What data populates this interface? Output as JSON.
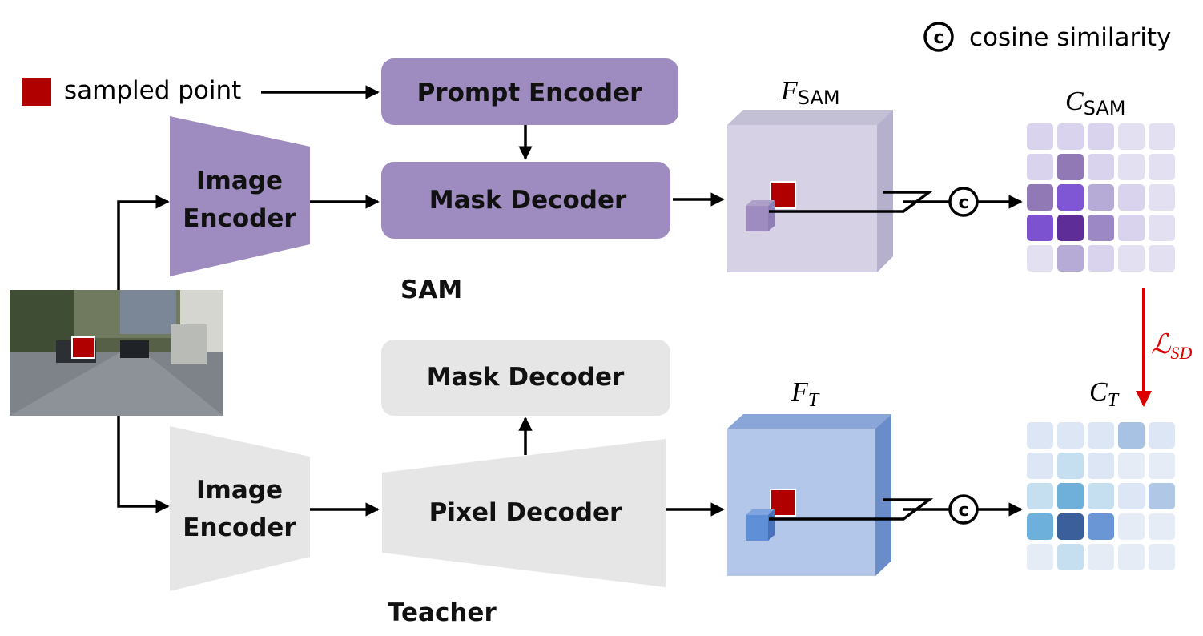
{
  "legend": {
    "sampled_point": "sampled point",
    "cosine_symbol": "c",
    "cosine_similarity": "cosine similarity"
  },
  "sam_branch": {
    "title": "SAM",
    "image_encoder": [
      "Image",
      "Encoder"
    ],
    "prompt_encoder": "Prompt Encoder",
    "mask_decoder": "Mask Decoder",
    "feature_label": "F",
    "feature_sub": "SAM",
    "corr_label": "C",
    "corr_sub": "SAM"
  },
  "teacher_branch": {
    "title": "Teacher",
    "image_encoder": [
      "Image",
      "Encoder"
    ],
    "mask_decoder": "Mask Decoder",
    "pixel_decoder": "Pixel Decoder",
    "feature_label": "F",
    "feature_sub": "T",
    "corr_label": "C",
    "corr_sub": "T"
  },
  "loss": {
    "label": "ℒ",
    "sub": "SD"
  },
  "colors": {
    "sam_block": "#9e8bbf",
    "teacher_block": "#e6e6e6",
    "sampled_point": "#b00000",
    "loss_arrow": "#dd0000",
    "sam_feature_front": "#cfc8e2",
    "sam_feature_side": "#b5b1cc",
    "teacher_feature_front": "#a4bde6",
    "teacher_feature_side": "#6a8cc8"
  },
  "sam_similarity_grid": [
    [
      "#d9d3ee",
      "#d9d3ee",
      "#d9d3ee",
      "#e3e0f2",
      "#e3e0f2"
    ],
    [
      "#d9d3ee",
      "#9079b5",
      "#d9d3ee",
      "#e3e0f2",
      "#e3e0f2"
    ],
    [
      "#9079b5",
      "#7f56d3",
      "#b6abd6",
      "#d9d3ee",
      "#e3e0f2"
    ],
    [
      "#7d52d0",
      "#5e2d97",
      "#9c88c4",
      "#d9d3ee",
      "#e3e0f2"
    ],
    [
      "#e3e0f2",
      "#b6abd6",
      "#d9d3ee",
      "#e3e0f2",
      "#e3e0f2"
    ]
  ],
  "teacher_similarity_grid": [
    [
      "#dde6f4",
      "#dde6f4",
      "#dde6f4",
      "#a8c2e4",
      "#dde6f4"
    ],
    [
      "#dde6f4",
      "#c5dff0",
      "#dde6f4",
      "#e6ecf6",
      "#e6ecf6"
    ],
    [
      "#c5dff0",
      "#6fb0db",
      "#c5dff0",
      "#dde6f4",
      "#b0c8e6"
    ],
    [
      "#6cb0db",
      "#3b5f9b",
      "#6a96d6",
      "#e6ecf6",
      "#e6ecf6"
    ],
    [
      "#e6ecf6",
      "#c5dff0",
      "#e6ecf6",
      "#e6ecf6",
      "#e6ecf6"
    ]
  ]
}
